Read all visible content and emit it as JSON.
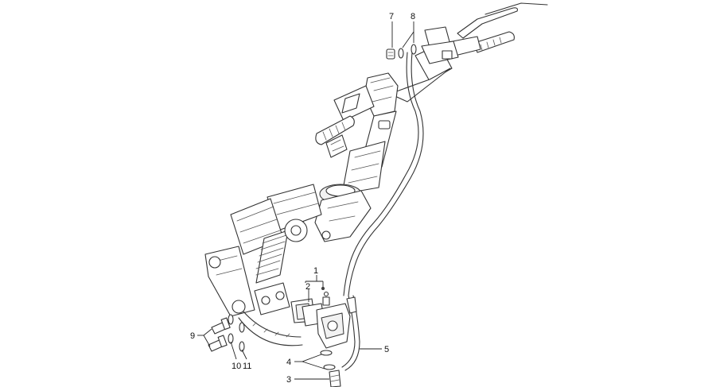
{
  "callouts": [
    {
      "id": "c1",
      "text": "1"
    },
    {
      "id": "c2",
      "text": "2"
    },
    {
      "id": "c3",
      "text": "3"
    },
    {
      "id": "c4",
      "text": "4"
    },
    {
      "id": "c5",
      "text": "5"
    },
    {
      "id": "c7",
      "text": "7"
    },
    {
      "id": "c8",
      "text": "8"
    },
    {
      "id": "c9",
      "text": "9"
    },
    {
      "id": "c10",
      "text": "10"
    },
    {
      "id": "c11",
      "text": "11"
    }
  ]
}
